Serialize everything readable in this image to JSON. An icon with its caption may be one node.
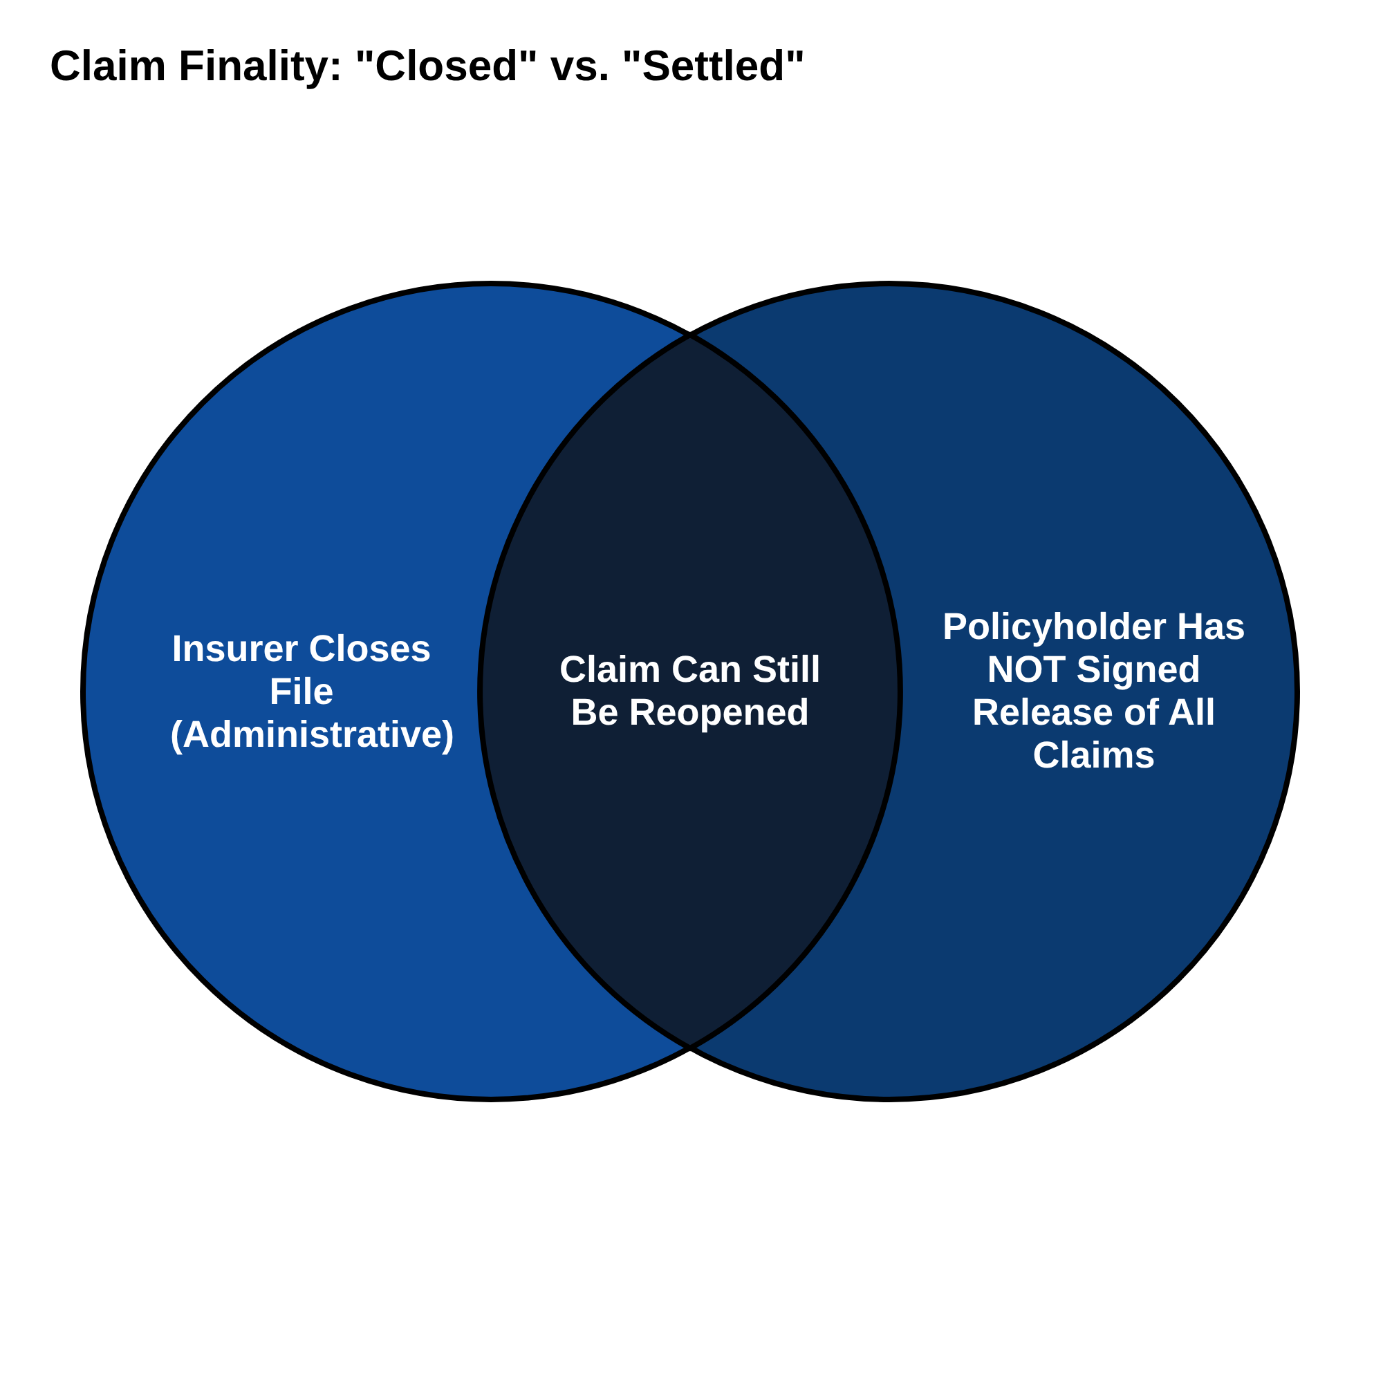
{
  "diagram": {
    "title": "Claim Finality: \"Closed\" vs. \"Settled\"",
    "nodes": [
      {
        "text": [
          "Insurer Closes File (Administrative)"
        ]
      },
      {
        "text": [
          "Claim Can Still Be Reopened"
        ]
      },
      {
        "text": [
          "Policyholder Has NOT Signed Release of All Claims"
        ]
      }
    ]
  }
}
